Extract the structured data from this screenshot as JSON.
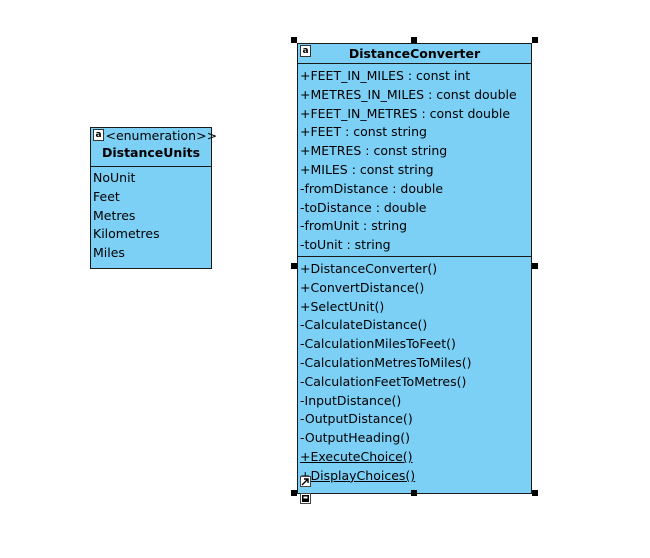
{
  "enum_class": {
    "stereotype": "<<enumeration>>",
    "title": "DistanceUnits",
    "literals": [
      "NoUnit",
      "Feet",
      "Metres",
      "Kilometres",
      "Miles"
    ]
  },
  "converter_class": {
    "title": "DistanceConverter",
    "attributes": [
      "+FEET_IN_MILES : const int",
      "+METRES_IN_MILES : const double",
      "+FEET_IN_METRES : const double",
      "+FEET : const string",
      "+METRES : const string",
      "+MILES : const string",
      "-fromDistance : double",
      "-toDistance : double",
      "-fromUnit : string",
      "-toUnit : string"
    ],
    "operations": [
      "+DistanceConverter()",
      "+ConvertDistance()",
      "+SelectUnit()",
      "-CalculateDistance()",
      "-CalculationMilesToFeet()",
      "-CalculationMetresToMiles()",
      "-CalculationFeetToMetres()",
      "-InputDistance()",
      "-OutputDistance()",
      "-OutputHeading()",
      "+ExecuteChoice()",
      "+DisplayChoices()"
    ]
  },
  "icons": {
    "class_icon": "a",
    "resize_icon": "resize-arrow-icon",
    "link_icon": "link-icon"
  }
}
